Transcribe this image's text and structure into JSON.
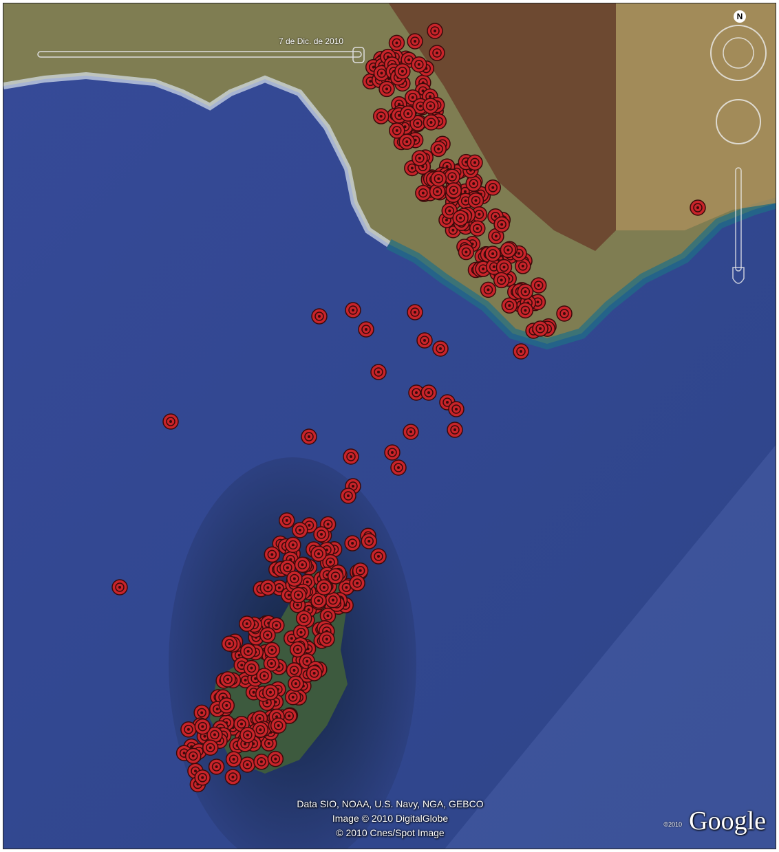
{
  "time_slider": {
    "label": "7 de Dic. de 2010"
  },
  "attribution": {
    "line1": "Data SIO, NOAA, U.S. Navy, NGA, GEBCO",
    "line2": "Image © 2010 DigitalGlobe",
    "line3": "© 2010 Cnes/Spot Image"
  },
  "branding": {
    "copyright_year": "©2010",
    "logo": "Google"
  },
  "compass": {
    "north_label": "N"
  },
  "colors": {
    "sea": "#3b4f9c",
    "land": "#8d8a5c",
    "marker": "#c8242a",
    "marker_ring": "#3a0a0a"
  },
  "icons": [
    "compass-icon",
    "zoom-slider-icon",
    "placemark-icon"
  ]
}
